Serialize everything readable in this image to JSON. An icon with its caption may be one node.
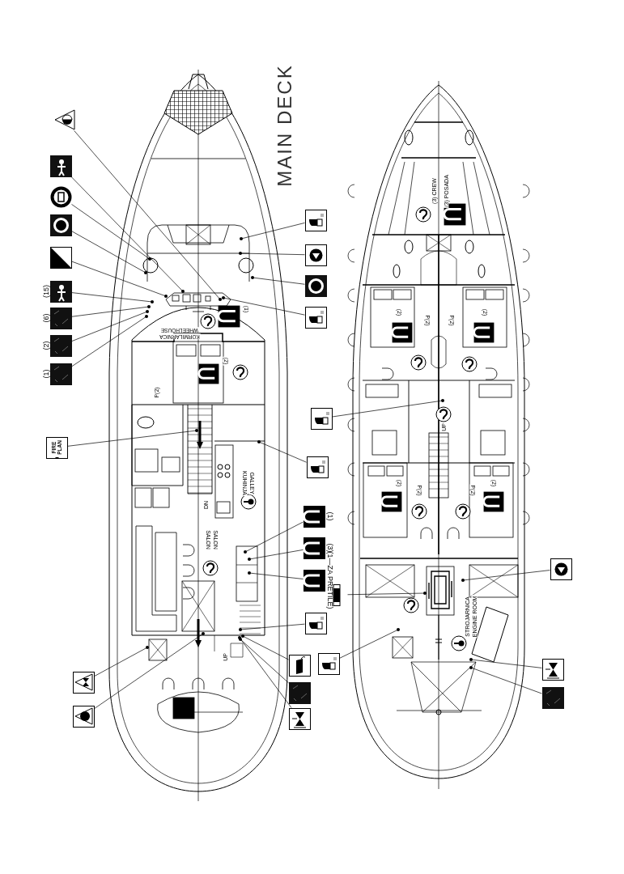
{
  "diagram": {
    "nodes": [
      {
        "text": [],
        "shape": "picture"
      },
      {
        "text": [],
        "shape": "picture"
      },
      {
        "text": [],
        "shape": "picture"
      },
      {
        "text": [],
        "shape": "picture"
      },
      {
        "text": [],
        "shape": "box"
      },
      {
        "text": [],
        "shape": "picture",
        "beside": [
          "(15)"
        ]
      },
      {
        "text": [],
        "shape": "picture",
        "beside": [
          "(6)"
        ]
      },
      {
        "text": [],
        "shape": "picture",
        "beside": [
          "(2)"
        ]
      },
      {
        "text": [],
        "shape": "picture",
        "beside": [
          "(1)"
        ]
      },
      {
        "text": [],
        "shape": "picture"
      },
      {
        "text": [],
        "shape": "picture"
      },
      {
        "text": [],
        "shape": "picture"
      },
      {
        "text": [],
        "shape": "picture"
      },
      {
        "text": [
          "FIRE PLAN"
        ]
      },
      {
        "text": [],
        "shape": "picture"
      },
      {
        "text": [],
        "shape": "picture",
        "beside": [
          "(1)"
        ]
      },
      {
        "text": [],
        "shape": "picture",
        "beside": [
          "(3)"
        ]
      },
      {
        "text": [],
        "shape": "picture",
        "beside": [
          "(1—ZA PRETILE)"
        ]
      },
      {
        "text": [],
        "shape": "picture"
      },
      {
        "text": [],
        "shape": "picture"
      },
      {
        "text": [],
        "shape": "picture"
      },
      {
        "text": [],
        "shape": "picture"
      },
      {
        "text": [],
        "shape": "picture"
      },
      {
        "text": [],
        "shape": "picture"
      },
      {
        "text": [],
        "shape": "picture"
      },
      {
        "text": [],
        "shape": "picture"
      },
      {
        "text": [],
        "shape": "picture"
      },
      {
        "text": [],
        "shape": "picture"
      },
      {
        "text": [],
        "shape": "picture"
      },
      {
        "text": [],
        "shape": "picture"
      }
    ],
    "edges": [
      {
        "from": 0,
        "to": null,
        "arrow": "other"
      },
      {
        "from": 1,
        "to": null,
        "arrow": "other"
      },
      {
        "from": 2,
        "to": null,
        "arrow": "other"
      },
      {
        "from": 3,
        "to": null,
        "arrow": "other"
      },
      {
        "from": 4,
        "to": null,
        "arrow": "other"
      },
      {
        "from": 5,
        "to": null,
        "arrow": "other"
      },
      {
        "from": 6,
        "to": null,
        "arrow": "other"
      },
      {
        "from": 7,
        "to": null,
        "arrow": "other"
      },
      {
        "from": 8,
        "to": null,
        "arrow": "other"
      },
      {
        "from": 9,
        "to": null,
        "arrow": "other"
      },
      {
        "from": 10,
        "to": null,
        "arrow": "other"
      },
      {
        "from": 11,
        "to": null,
        "arrow": "other"
      },
      {
        "from": 12,
        "to": null,
        "arrow": "other"
      },
      {
        "from": 13,
        "to": null,
        "arrow": "other"
      },
      {
        "from": 14,
        "to": null,
        "arrow": "other"
      },
      {
        "from": 15,
        "to": null,
        "arrow": "other"
      },
      {
        "from": 16,
        "to": null,
        "arrow": "other"
      },
      {
        "from": 17,
        "to": null,
        "arrow": "other"
      },
      {
        "from": 18,
        "to": null,
        "arrow": "other"
      },
      {
        "from": 19,
        "to": null,
        "arrow": "other"
      },
      {
        "from": 20,
        "to": null,
        "arrow": "other"
      },
      {
        "from": 21,
        "to": null,
        "arrow": "other"
      },
      {
        "from": 22,
        "to": null,
        "arrow": "other"
      },
      {
        "from": 23,
        "to": null,
        "arrow": "other"
      },
      {
        "from": 24,
        "to": null,
        "arrow": "other"
      },
      {
        "from": 25,
        "to": null,
        "arrow": "other"
      },
      {
        "from": 26,
        "to": null,
        "arrow": "other"
      },
      {
        "from": 27,
        "to": null,
        "arrow": "other"
      },
      {
        "from": 28,
        "to": null,
        "arrow": "other"
      },
      {
        "from": 29,
        "to": null,
        "arrow": "other"
      }
    ],
    "labels": [
      "MAIN DECK",
      "(1)",
      "WHEELHOUSE",
      "KORMILARNICA",
      "(2)",
      "P(2)",
      "KUHINJA",
      "GALLEY",
      "DN",
      "SALON",
      "SALON",
      "UP",
      "(3) CREW",
      "(3) POSADA",
      "(2)",
      "P(2)",
      "P(2)",
      "(2)",
      "UP",
      "(2)",
      "P(2)",
      "P(2)",
      "(2)",
      "STROJARNICA",
      "ENGINE ROOM"
    ]
  }
}
